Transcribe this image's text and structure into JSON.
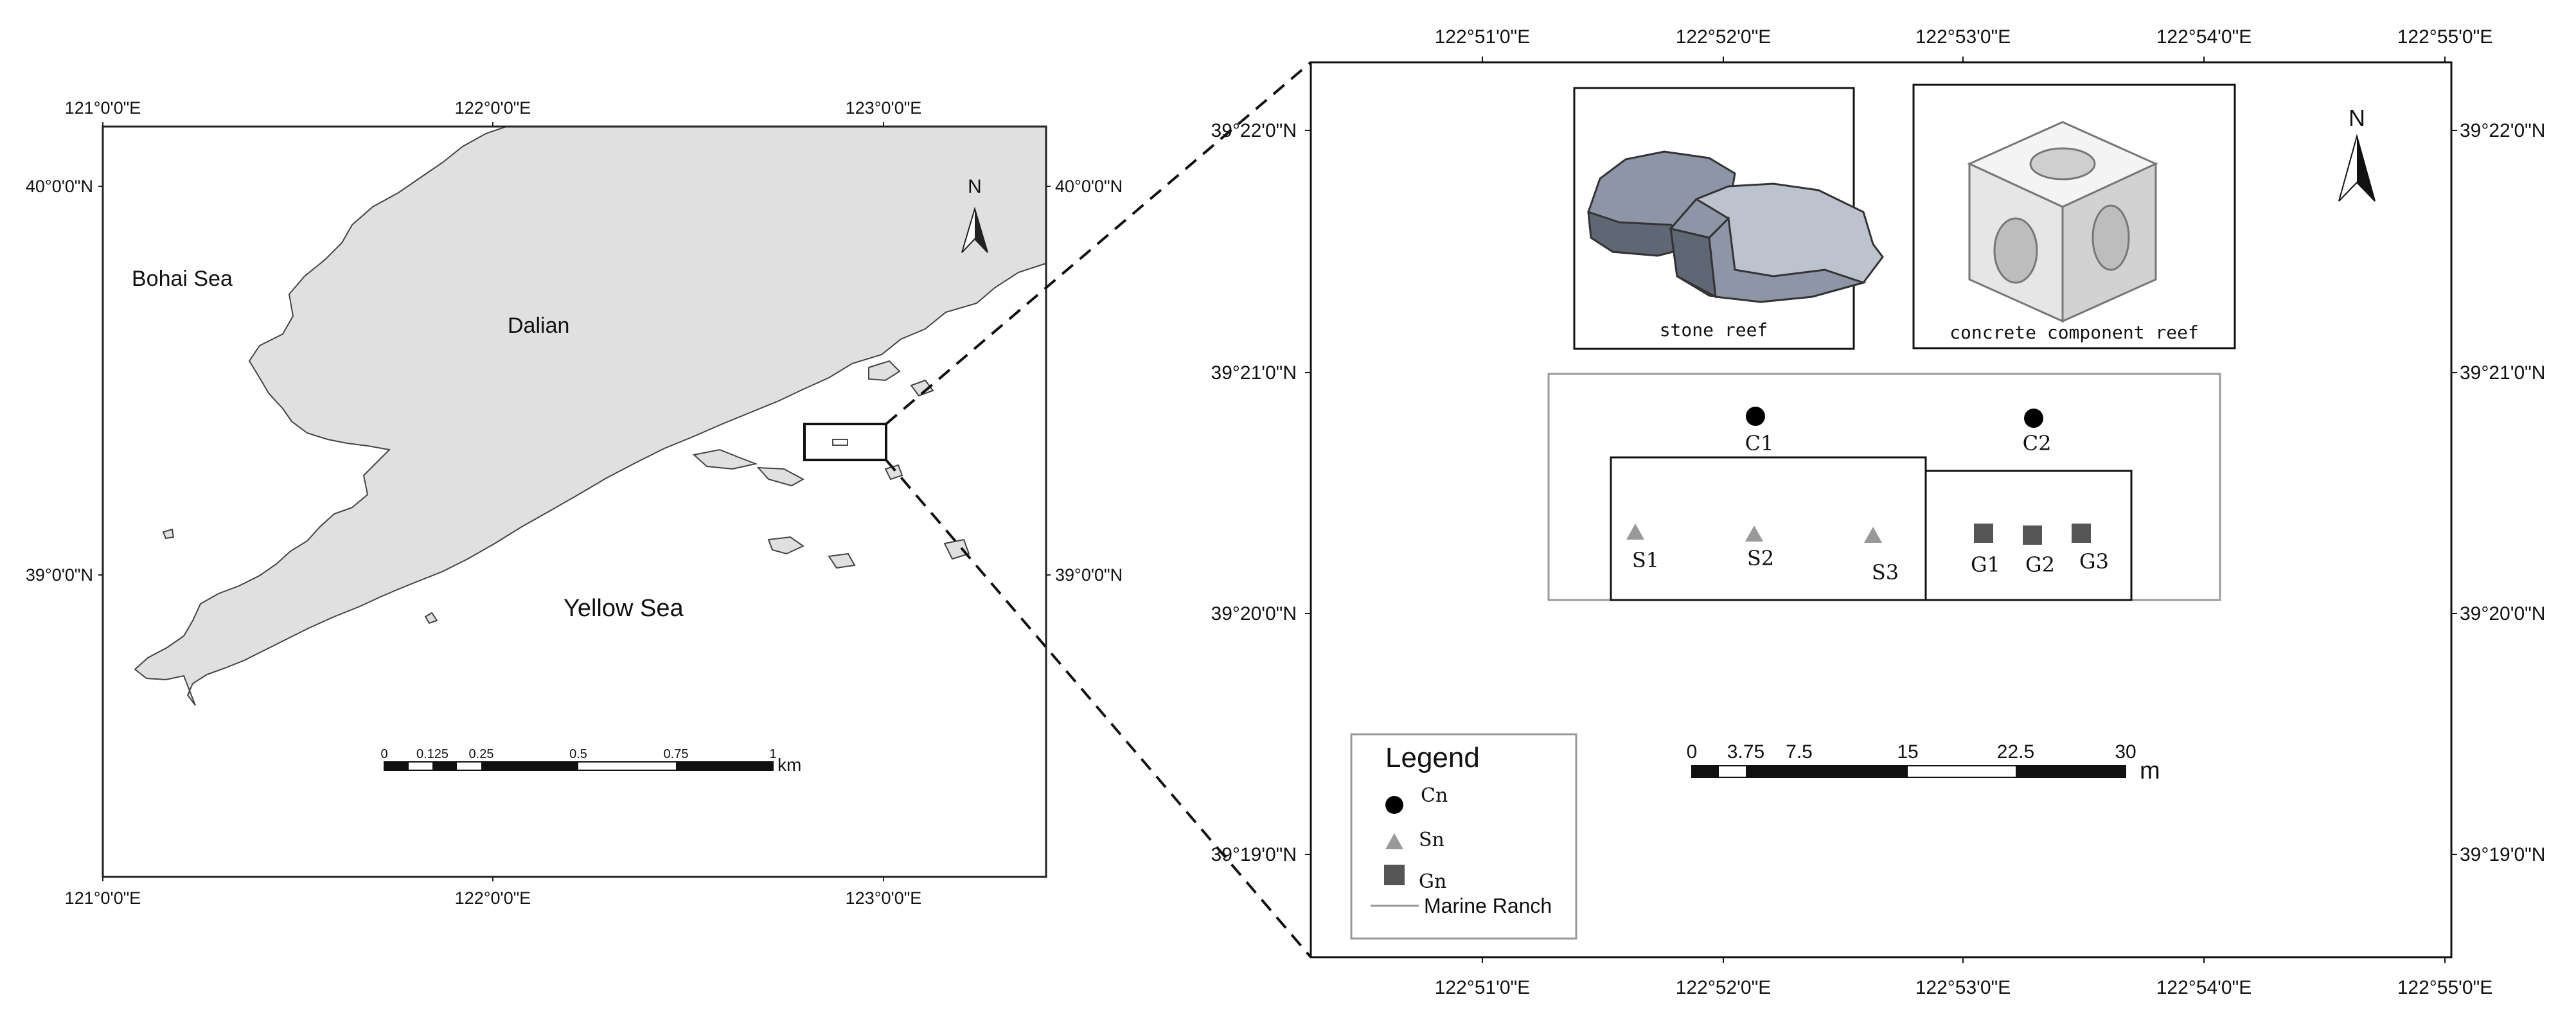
{
  "main_map": {
    "graticule": {
      "lon_labels": [
        "121°0'0\"E",
        "122°0'0\"E",
        "123°0'0\"E"
      ],
      "lat_labels": [
        "40°0'0\"N",
        "39°0'0\"N"
      ]
    },
    "places": {
      "bohai": "Bohai Sea",
      "dalian": "Dalian",
      "yellow": "Yellow Sea"
    },
    "north_label": "N",
    "scalebar": {
      "ticks": [
        "0",
        "0.125",
        "0.25",
        "0.5",
        "0.75",
        "1"
      ],
      "unit": "km"
    }
  },
  "detail_map": {
    "graticule": {
      "lon_labels": [
        "122°51'0\"E",
        "122°52'0\"E",
        "122°53'0\"E",
        "122°54'0\"E",
        "122°55'0\"E"
      ],
      "lat_labels": [
        "39°22'0\"N",
        "39°21'0\"N",
        "39°20'0\"N",
        "39°19'0\"N"
      ]
    },
    "north_label": "N",
    "insets": {
      "stone": "stone reef",
      "concrete": "concrete component reef"
    },
    "sites": {
      "C1": "C1",
      "C2": "C2",
      "S1": "S1",
      "S2": "S2",
      "S3": "S3",
      "G1": "G1",
      "G2": "G2",
      "G3": "G3"
    },
    "legend": {
      "title": "Legend",
      "items": [
        "Cn",
        "Sn",
        "Gn",
        "Marine Ranch"
      ]
    },
    "scalebar": {
      "ticks": [
        "0",
        "3.75",
        "7.5",
        "15",
        "22.5",
        "30"
      ],
      "unit": "m"
    }
  },
  "colors": {
    "land": "#e0e0e0",
    "coast": "#444444",
    "reef_dark": "#5f6674",
    "reef_mid": "#8d95a6",
    "reef_light": "#bcc3cf",
    "cube_face": "#eeeeee",
    "cube_side": "#d2d2d2",
    "site_circle": "#000000",
    "site_triangle": "#999999",
    "site_square": "#555555",
    "ranch_line": "#999999"
  }
}
